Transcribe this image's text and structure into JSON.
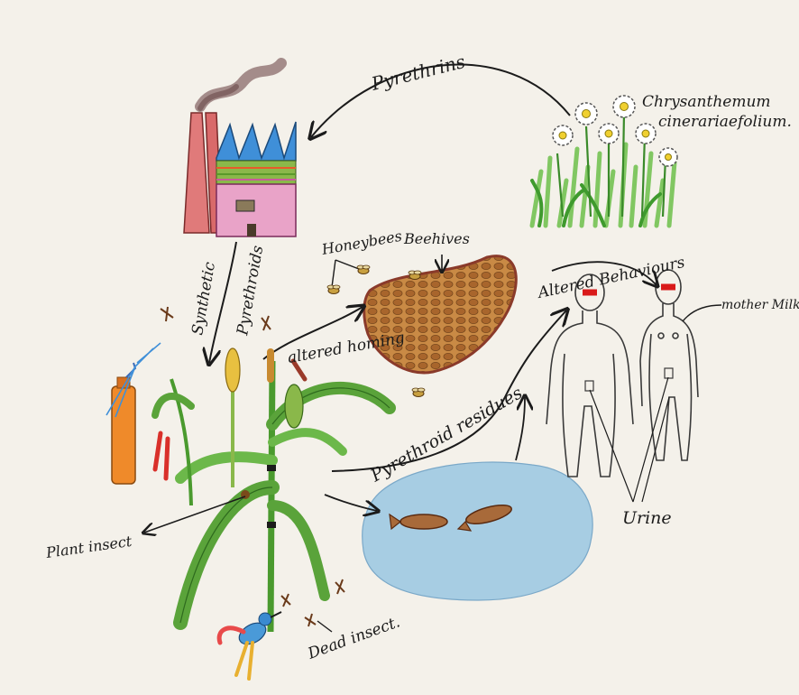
{
  "labels": {
    "pyrethrins": "Pyrethrins",
    "plant_name_line1": "Chrysanthemum",
    "plant_name_line2": "cinerariaefolium.",
    "synthetic": "Synthetic",
    "pyrethroids": "Pyrethroids",
    "honeybees": "Honeybees",
    "beehives": "Beehives",
    "altered_homing": "altered homing",
    "altered_behaviours": "Altered Behaviours",
    "mother_milk": "mother Milk",
    "pyrethroid_residues": "Pyrethroid residues",
    "urine": "Urine",
    "plant_insect": "Plant insect",
    "dead_insect": "Dead insect."
  },
  "colors": {
    "paper": "#f4f1ea",
    "ink": "#1b1b1b",
    "factory_red": "#e07a7a",
    "factory_pink": "#e9a3c8",
    "roof_blue": "#3f8fd8",
    "smoke": "#8a6a6a",
    "hive_brown": "#b87740",
    "pond_blue": "#a7cde3",
    "leaf_green": "#5aa33a",
    "can_orange": "#ef8a2a",
    "chili_red": "#d9302a"
  }
}
